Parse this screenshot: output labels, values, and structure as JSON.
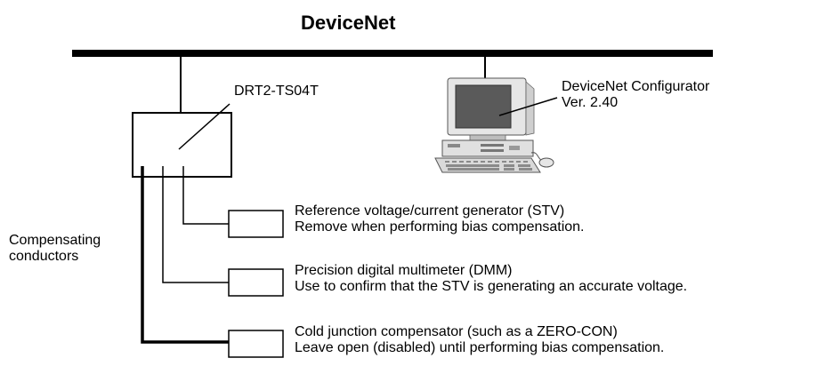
{
  "title": "DeviceNet",
  "unit": {
    "label": "DRT2-TS04T"
  },
  "configurator": {
    "line1": "DeviceNet Configurator",
    "line2": "Ver. 2.40"
  },
  "side_label": {
    "line1": "Compensating",
    "line2": "conductors"
  },
  "devices": [
    {
      "line1": "Reference voltage/current generator (STV)",
      "line2": "Remove when performing bias compensation."
    },
    {
      "line1": "Precision digital multimeter (DMM)",
      "line2": "Use to confirm that the STV is generating an accurate voltage."
    },
    {
      "line1": "Cold junction compensator (such as a ZERO-CON)",
      "line2": "Leave open (disabled) until performing bias compensation."
    }
  ]
}
